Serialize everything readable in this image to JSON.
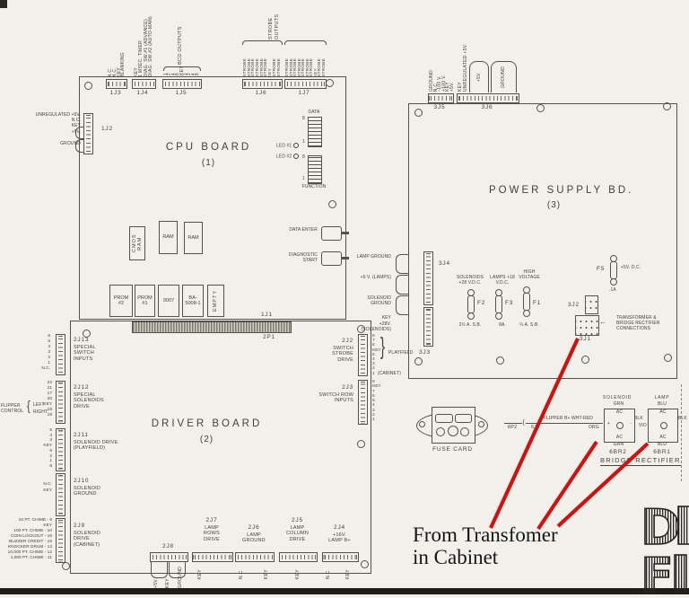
{
  "colors": {
    "paper": "#f2f0ea",
    "ink": "#45423c",
    "red": "#cf1110",
    "band": "#1f1d1a"
  },
  "annotation": {
    "line1": "From Transfomer",
    "line2": "in Cabinet"
  },
  "cpu": {
    "title": "CPU BOARD",
    "num": "(1)",
    "j2": {
      "label": "1J2",
      "pins": [
        "UNREGULATED +5V.",
        "N.C.",
        "KEY",
        "+5V.",
        "GROUND"
      ]
    },
    "j3": {
      "label": "1J3",
      "pins": [
        "N.C.",
        "N.C.",
        "KEY",
        "BLANKING"
      ]
    },
    "j4": {
      "label": "1J4",
      "pins": [
        "KEY",
        "1 MSEC. TIMER",
        "DIAG. SW.#1 (ADVANCE)",
        "DIAG. SW.#2 (AUTO-MAN)"
      ]
    },
    "j5": {
      "label": "1J5",
      "bracket": "BCD OUTPUTS",
      "pins": [
        "1",
        "2",
        "4",
        "8",
        "KEY",
        "1",
        "2",
        "4",
        "8"
      ]
    },
    "j6": {
      "label": "1J6",
      "pins": [
        "STROBE",
        "STROBE",
        "STROBE",
        "STROBE",
        "STROBE",
        "STROBE",
        "KEY",
        "STROBE",
        "STROBE"
      ]
    },
    "j7": {
      "label": "1J7",
      "pins": [
        "STROBE",
        "STROBE",
        "STROBE",
        "STROBE",
        "STROBE",
        "STROBE",
        "STROBE",
        "KEY",
        "STROBE",
        "STROBE"
      ]
    },
    "strobe_bracket_1": "STROBE",
    "strobe_bracket_2": "OUTPUTS",
    "chips_top": [
      "CMOS RAM",
      "RAM",
      "RAM"
    ],
    "chips_bottom": [
      "PROM #2",
      "PROM #1",
      "9007",
      "BA-5008-1",
      "EMPTY"
    ],
    "dip1": "DATA",
    "dip2": "FUNCTION",
    "dip_hi": "8",
    "dip_lo": "1",
    "led1": "LED #1",
    "led2": "LED #2",
    "data_enter": "DATA ENTER",
    "diag_start": "DIAGNOSTIC START",
    "j1": "1J1",
    "p1": "2P1"
  },
  "psu": {
    "title": "POWER SUPPLY BD.",
    "num": "(3)",
    "j5": {
      "label": "3J5",
      "pins": [
        "GROUND",
        "N.C.",
        "-100 V.",
        "+100 V.",
        "KEY",
        "+5V."
      ]
    },
    "j6": {
      "label": "3J6",
      "pin1": "KEY",
      "pin2": "UNREGULATED +5V.",
      "tab1": "+5V.",
      "tab2": "GROUND"
    },
    "j4": {
      "label": "3J4"
    },
    "j3": {
      "label": "3J3"
    },
    "left_tabs": [
      "LAMP GROUND",
      "+6 V. (LAMPS)",
      "SOLENOID GROUND"
    ],
    "key_label": "KEY",
    "sol_label": "+28V. (SOLENOIDS)",
    "fuses": [
      {
        "name": "F2",
        "top": "SOLENOIDS +28 V.D.C.",
        "bot": "2½ A. S.B."
      },
      {
        "name": "F3",
        "top": "LAMPS +18 V.D.C.",
        "bot": "8A."
      },
      {
        "name": "F1",
        "top": "HIGH VOLTAGE",
        "bot": "¼ A. S.B."
      }
    ],
    "f5": {
      "name": "F5",
      "right": "+5V. D.C.",
      "bot": ".1A"
    },
    "j2": {
      "label": "3J2"
    },
    "j1": {
      "label": "3J1"
    },
    "note": "TRANSFORMER & BRIDGE RECTIFIER CONNECTIONS"
  },
  "driver": {
    "title": "DRIVER BOARD",
    "num": "(2)",
    "left": [
      {
        "name": "2J13",
        "desc": "SPECIAL SWITCH INPUTS",
        "pins": [
          "6",
          "5",
          "4",
          "3",
          "2",
          "1",
          "N.C."
        ]
      },
      {
        "name": "2J12",
        "desc": "SPECIAL SOLENOIDS DRIVE",
        "pins": [
          "22",
          "21",
          "17",
          "20",
          "KEY",
          "18",
          "19"
        ]
      },
      {
        "name": "2J11",
        "desc": "SOLENOID DRIVE (PLAYFIELD)",
        "pins": [
          "5",
          "4",
          "3",
          "KEY",
          "6",
          "2",
          "1",
          "8"
        ]
      },
      {
        "name": "2J10",
        "desc": "SOLENOID GROUND",
        "pins": [
          "N.C.",
          "KEY"
        ]
      },
      {
        "name": "2J9",
        "desc": "SOLENOID DRIVE (CABINET)",
        "pins": [
          "10 PT. CHIME - 9",
          "KEY",
          "100 PT. CHIME - 10",
          "COIN LOCKOUT - 16",
          "BUZZER CREDIT - 15",
          "KNOCKER DRUM - 13",
          "10,000 PT. CHIME - 12",
          "1,000 PT. CHIME - 11"
        ]
      }
    ],
    "flipper_control": {
      "label": "FLIPPER CONTROL",
      "left": "LEFT",
      "right": "RIGHT"
    },
    "right": [
      {
        "name": "2J2",
        "desc": "SWITCH STROBE DRIVE",
        "pins": [
          "8",
          "7",
          "6",
          "KEY",
          "5",
          "4",
          "3",
          "2"
        ],
        "bracket": "PLAYFIELD",
        "last_pin": "1",
        "last_label": "(CABINET)"
      },
      {
        "name": "2J3",
        "desc": "SWITCH ROW INPUTS",
        "pins": [
          "8",
          "KEY",
          "7",
          "6",
          "5",
          "4",
          "3",
          "2",
          "1"
        ]
      }
    ],
    "bottom": [
      {
        "name": "2J8",
        "desc": "",
        "pins": [
          "+5V.",
          "KEY",
          "GROUND"
        ]
      },
      {
        "name": "2J7",
        "desc": "LAMP ROWS DRIVE",
        "pins": [
          "KEY"
        ]
      },
      {
        "name": "2J6",
        "desc": "LAMP GROUND",
        "pins": [
          "N.C.",
          "KEY"
        ]
      },
      {
        "name": "2J5",
        "desc": "LAMP COLUMN DRIVE",
        "pins": [
          "KEY"
        ]
      },
      {
        "name": "2J4",
        "desc": "+16V. LAMP B+",
        "pins": [
          "N.C.",
          "KEY"
        ]
      }
    ]
  },
  "fuse_card": {
    "label": "FUSE CARD"
  },
  "flipper_line": {
    "p": "6P2",
    "j": "6J2",
    "wire": "FLIPPER B+ WHT-RED",
    "org": "ORG"
  },
  "bridge": {
    "solenoid": {
      "title": "SOLENOID",
      "top_wire": "GRN",
      "bot_wire": "GRN",
      "name": "6BR2",
      "ac": "AC",
      "plus": "+",
      "minus": "-",
      "out": "BLK",
      "out2": "VIO"
    },
    "lamp": {
      "title": "LAMP",
      "top_wire": "BLU",
      "bot_wire": "BLU",
      "name": "6BR1",
      "ac": "AC",
      "out": "BLK"
    },
    "caption": "BRIDGE RECTIFIER"
  },
  "logo": {
    "letter1": "D",
    "letter2": "F"
  }
}
